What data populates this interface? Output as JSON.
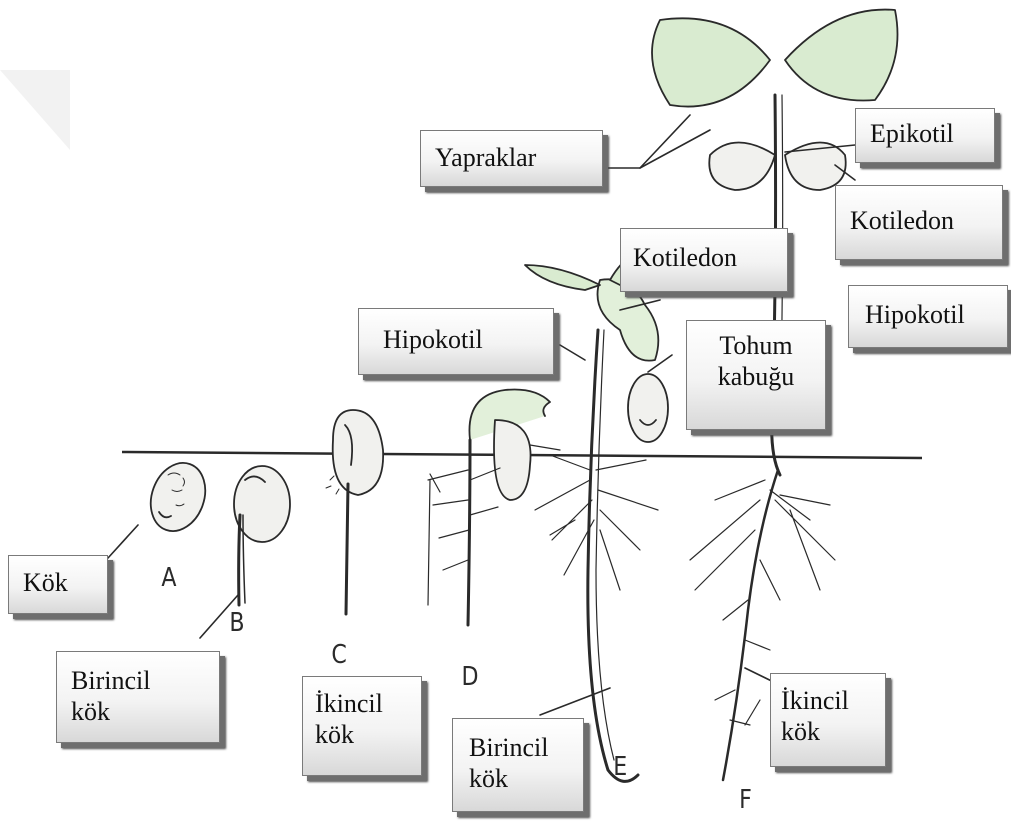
{
  "colors": {
    "line": "#2a2a2a",
    "leaf": "#d9ebd0",
    "stem": "#e2f0da",
    "seed": "#f1f1ee"
  },
  "labels": {
    "yapraklar": "Yapraklar",
    "epikotil": "Epikotil",
    "kotiledon_right": "Kotiledon",
    "kotiledon_mid": "Kotiledon",
    "hipokotil_right": "Hipokotil",
    "hipokotil_left": "Hipokotil",
    "tohum_kabugu": "Tohum\nkabuğu",
    "kok": "Kök",
    "birincil_kok_left": "Birincil\nkök",
    "ikincil_kok_left": "İkincil\nkök",
    "birincil_kok_mid": "Birincil\nkök",
    "ikincil_kok_right": "İkincil\nkök"
  },
  "stages": [
    "A",
    "B",
    "C",
    "D",
    "E",
    "F"
  ]
}
